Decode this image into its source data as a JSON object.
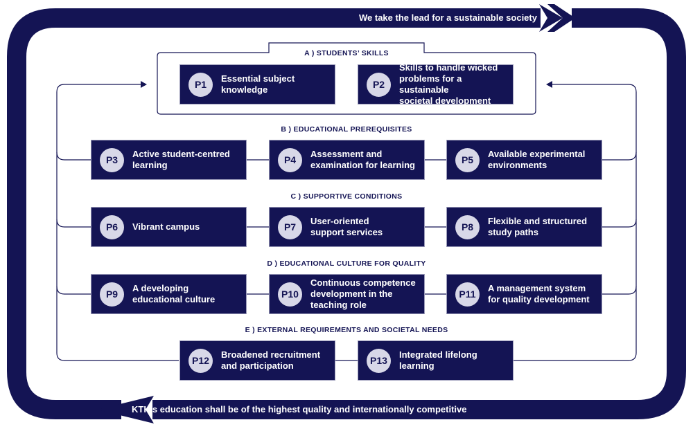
{
  "banners": {
    "top": "We take the lead for a sustainable society",
    "bottom": "KTH’s education shall be of the highest quality and internationally competitive"
  },
  "sections": {
    "a": "A )  STUDENTS’ SKILLS",
    "b": "B )  EDUCATIONAL PREREQUISITES",
    "c": "C )  SUPPORTIVE CONDITIONS",
    "d": "D )  EDUCATIONAL CULTURE FOR QUALITY",
    "e": "E )  EXTERNAL REQUIREMENTS AND SOCIETAL NEEDS"
  },
  "boxes": {
    "p1": {
      "id": "P1",
      "text": "Essential subject\nknowledge"
    },
    "p2": {
      "id": "P2",
      "text": "Skills to handle wicked\nproblems for a sustainable\nsocietal development"
    },
    "p3": {
      "id": "P3",
      "text": "Active student-centred\nlearning"
    },
    "p4": {
      "id": "P4",
      "text": "Assessment and\nexamination for learning"
    },
    "p5": {
      "id": "P5",
      "text": "Available experimental\nenvironments"
    },
    "p6": {
      "id": "P6",
      "text": "Vibrant campus"
    },
    "p7": {
      "id": "P7",
      "text": "User-oriented\nsupport services"
    },
    "p8": {
      "id": "P8",
      "text": "Flexible and structured\nstudy paths"
    },
    "p9": {
      "id": "P9",
      "text": "A developing\neducational culture"
    },
    "p10": {
      "id": "P10",
      "text": "Continuous competence\ndevelopment in the\nteaching role"
    },
    "p11": {
      "id": "P11",
      "text": "A management system\nfor quality development"
    },
    "p12": {
      "id": "P12",
      "text": "Broadened recruitment\nand participation"
    },
    "p13": {
      "id": "P13",
      "text": "Integrated lifelong learning"
    }
  },
  "colors": {
    "navy": "#141454",
    "circle": "#d8d8e8",
    "text_on_navy": "#ffffff"
  }
}
